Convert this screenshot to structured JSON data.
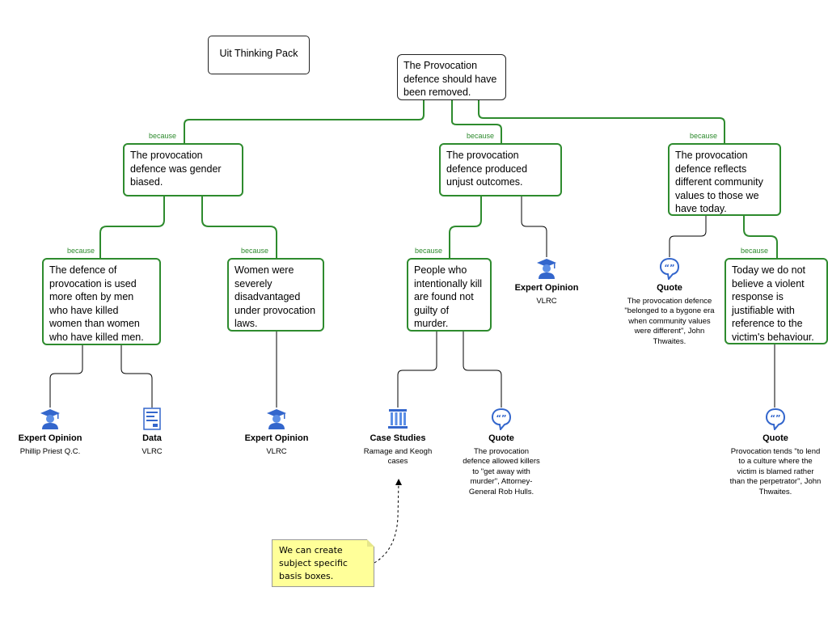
{
  "title_box": "Uit Thinking Pack",
  "root": "The Provocation defence should have been removed.",
  "because_label": "because",
  "reasons": {
    "gender": "The provocation defence was gender biased.",
    "unjust": "The provocation defence produced unjust outcomes.",
    "community": "The provocation defence reflects different community values to those we have today."
  },
  "sub_reasons": {
    "men_killed_women": "The defence of provocation is used more often by men who have killed women than women who have killed men.",
    "women_disadvantaged": "Women were severely disadvantaged under provocation laws.",
    "intentional_kill": "People who intentionally kill are found not guilty of murder.",
    "violent_response": "Today we do not believe a violent response is justifiable with reference to the victim's behaviour."
  },
  "evidence": {
    "ev1": {
      "type": "Expert Opinion",
      "detail": "Phillip Priest Q.C.",
      "icon": "expert-icon"
    },
    "ev2": {
      "type": "Data",
      "detail": "VLRC",
      "icon": "data-icon"
    },
    "ev3": {
      "type": "Expert Opinion",
      "detail": "VLRC",
      "icon": "expert-icon"
    },
    "ev4": {
      "type": "Case Studies",
      "detail": "Ramage and Keogh cases",
      "icon": "case-studies-icon"
    },
    "ev5": {
      "type": "Quote",
      "detail": "The provocation defence allowed killers to \"get away with murder\", Attorney-General Rob Hulls.",
      "icon": "quote-icon"
    },
    "ev6": {
      "type": "Expert Opinion",
      "detail": "VLRC",
      "icon": "expert-icon"
    },
    "ev7": {
      "type": "Quote",
      "detail": "The provocation defence \"belonged to a bygone era when community values were different\", John Thwaites.",
      "icon": "quote-icon"
    },
    "ev8": {
      "type": "Quote",
      "detail": "Provocation tends \"to lend to a culture where the victim is blamed rather than the perpetrator\", John Thwaites.",
      "icon": "quote-icon"
    }
  },
  "note": "We can create subject specific basis boxes.",
  "colors": {
    "support": "#2e8b2e",
    "evidence_line": "#000000",
    "note_bg": "#ffff99",
    "icon_blue": "#3366cc"
  }
}
